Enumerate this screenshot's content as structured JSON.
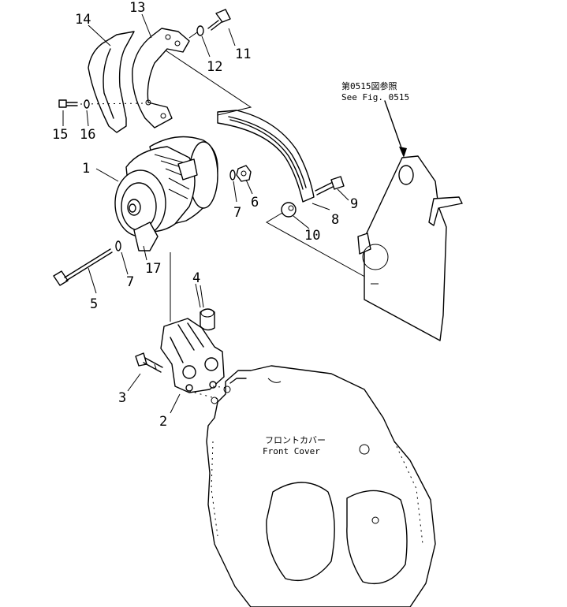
{
  "callouts": {
    "c1": "1",
    "c2": "2",
    "c3": "3",
    "c4": "4",
    "c5": "5",
    "c6": "6",
    "c7a": "7",
    "c7b": "7",
    "c8": "8",
    "c9": "9",
    "c10": "10",
    "c11": "11",
    "c12": "12",
    "c13": "13",
    "c14": "14",
    "c15": "15",
    "c16": "16",
    "c17": "17"
  },
  "reference_note": {
    "line1": "第0515図参照",
    "line2": "See Fig. 0515"
  },
  "front_cover_label": {
    "line1": "フロントカバー",
    "line2": "Front Cover"
  }
}
